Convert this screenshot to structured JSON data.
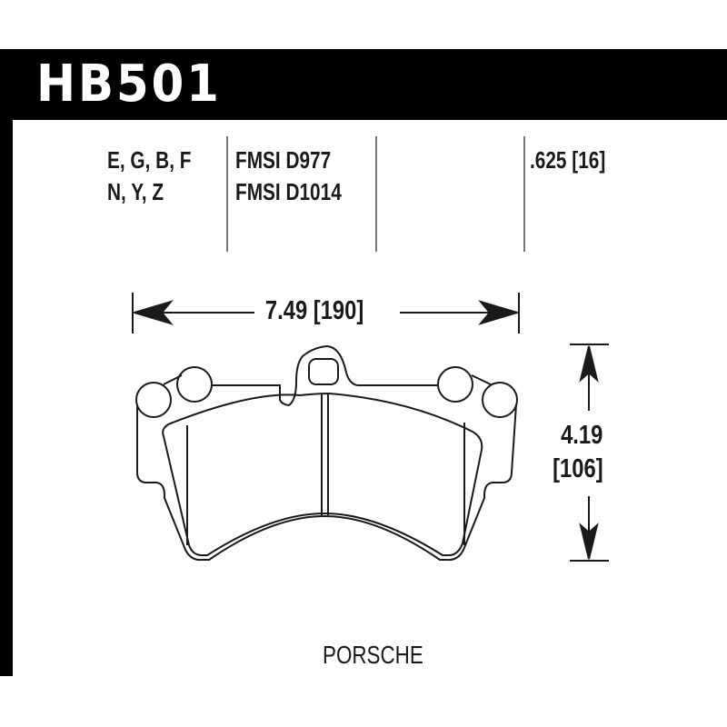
{
  "header": {
    "part_number": "HB501"
  },
  "specs": {
    "compounds_line1": "E, G, B, F",
    "compounds_line2": "N, Y, Z",
    "fmsi_line1": "FMSI D977",
    "fmsi_line2": "FMSI D1014",
    "thickness": ".625 [16]"
  },
  "dimensions": {
    "width": "7.49 [190]",
    "height_in": "4.19",
    "height_mm": "[106]"
  },
  "vehicle": "PORSCHE",
  "colors": {
    "header_bg": "#000000",
    "header_text": "#ffffff",
    "line": "#1a1a1a",
    "divider": "#777777"
  }
}
